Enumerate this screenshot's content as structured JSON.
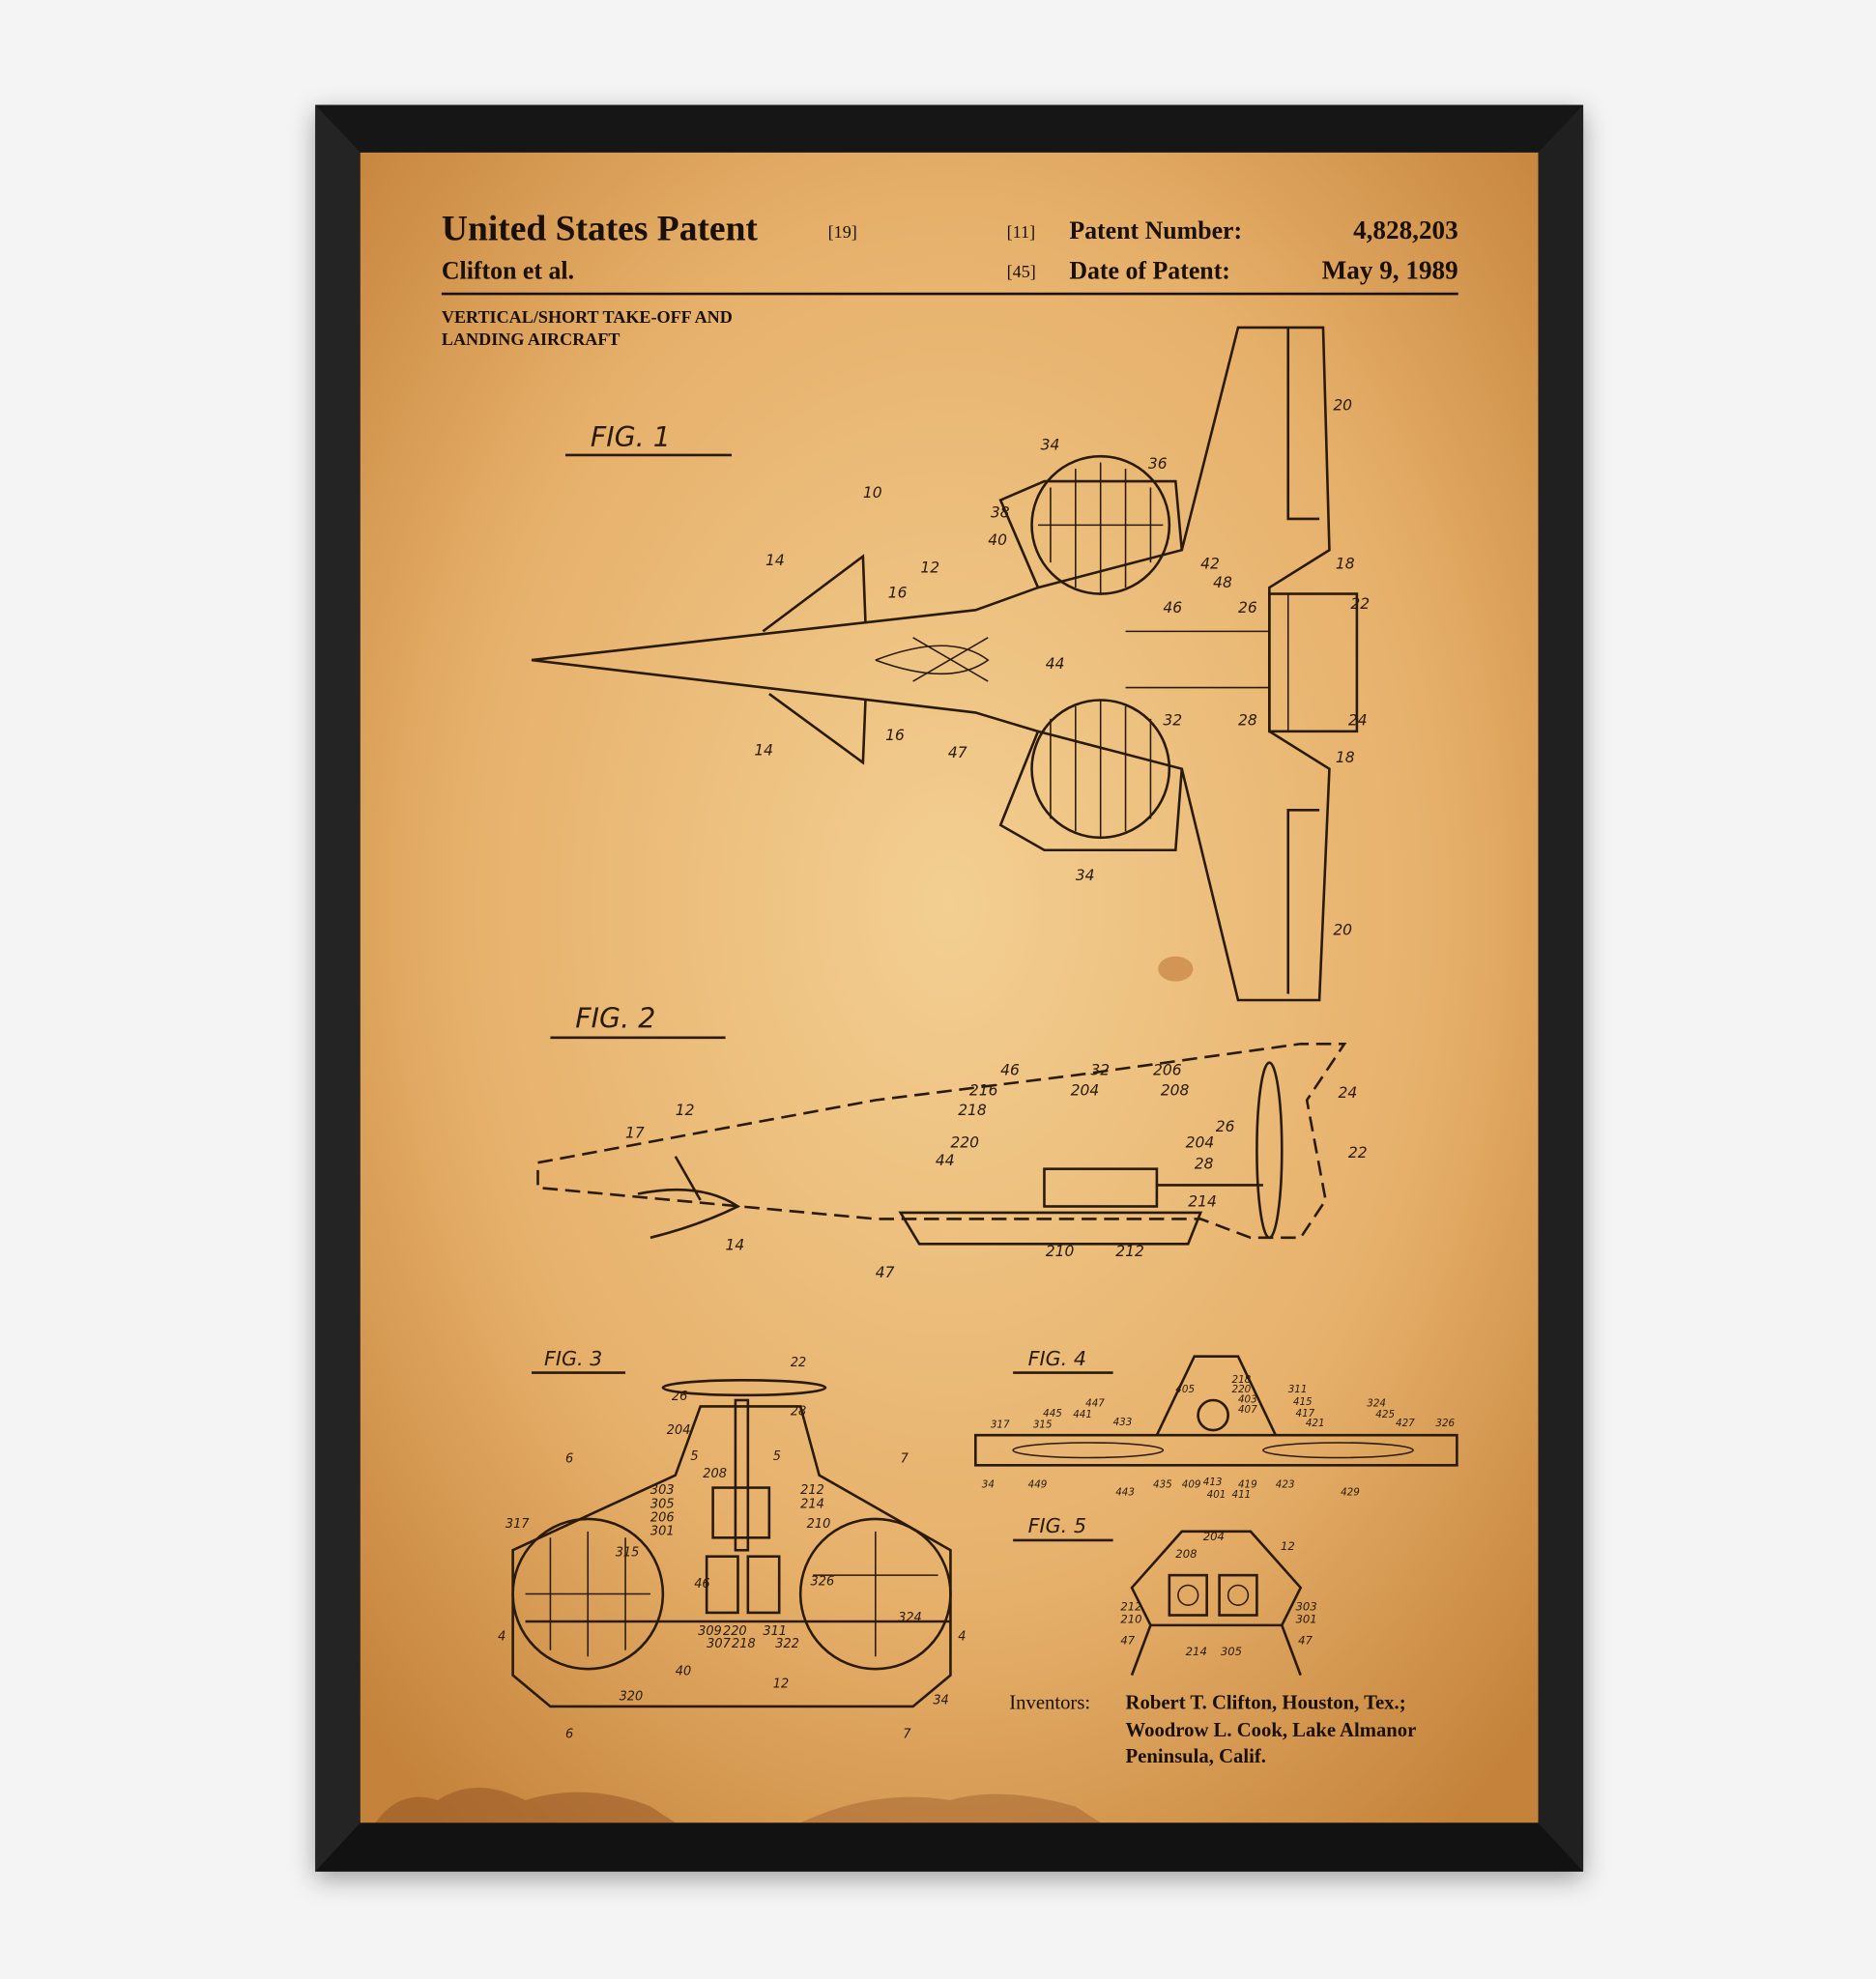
{
  "patent": {
    "office": "United States Patent",
    "office_code": "[19]",
    "number_code": "[11]",
    "number_label": "Patent Number:",
    "number": "4,828,203",
    "assignee_short": "Clifton et al.",
    "date_code": "[45]",
    "date_label": "Date of Patent:",
    "date": "May 9, 1989",
    "title_lines": [
      "VERTICAL/SHORT TAKE-OFF AND",
      "LANDING AIRCRAFT"
    ]
  },
  "figures": {
    "fig1": {
      "label": "FIG. 1",
      "refs": [
        "10",
        "12",
        "14",
        "16",
        "14",
        "16",
        "20",
        "34",
        "36",
        "38",
        "40",
        "42",
        "48",
        "46",
        "44",
        "26",
        "22",
        "24",
        "18",
        "18",
        "28",
        "32",
        "47",
        "34",
        "20"
      ]
    },
    "fig2": {
      "label": "FIG. 2",
      "refs": [
        "17",
        "12",
        "46",
        "32",
        "206",
        "216",
        "204",
        "208",
        "218",
        "220",
        "44",
        "26",
        "204",
        "28",
        "24",
        "22",
        "214",
        "210",
        "212",
        "47",
        "14"
      ]
    },
    "fig3": {
      "label": "FIG. 3",
      "refs": [
        "22",
        "26",
        "28",
        "204",
        "6",
        "5",
        "5",
        "7",
        "208",
        "212",
        "214",
        "210",
        "303",
        "305",
        "206",
        "301",
        "317",
        "315",
        "326",
        "324",
        "309",
        "307",
        "218",
        "220",
        "311",
        "322",
        "46",
        "40",
        "320",
        "12",
        "34",
        "4",
        "4",
        "6",
        "7"
      ]
    },
    "fig4": {
      "label": "FIG. 4",
      "refs": [
        "317",
        "315",
        "445",
        "447",
        "441",
        "433",
        "405",
        "218",
        "220",
        "403",
        "407",
        "311",
        "415",
        "417",
        "421",
        "324",
        "425",
        "427",
        "326",
        "34",
        "449",
        "443",
        "435",
        "409",
        "401",
        "411",
        "413",
        "419",
        "423",
        "429"
      ]
    },
    "fig5": {
      "label": "FIG. 5",
      "refs": [
        "204",
        "12",
        "208",
        "212",
        "210",
        "303",
        "301",
        "47",
        "214",
        "305",
        "47"
      ]
    }
  },
  "inventors": {
    "label": "Inventors:",
    "lines": [
      "Robert T. Clifton, Houston, Tex.;",
      "Woodrow L. Cook, Lake Almanor",
      "Peninsula, Calif."
    ]
  },
  "colors": {
    "frame": "#1c1c1c",
    "paper_center": "#f0c98a",
    "paper_edge": "#c98a3e",
    "ink": "#1a1008"
  }
}
